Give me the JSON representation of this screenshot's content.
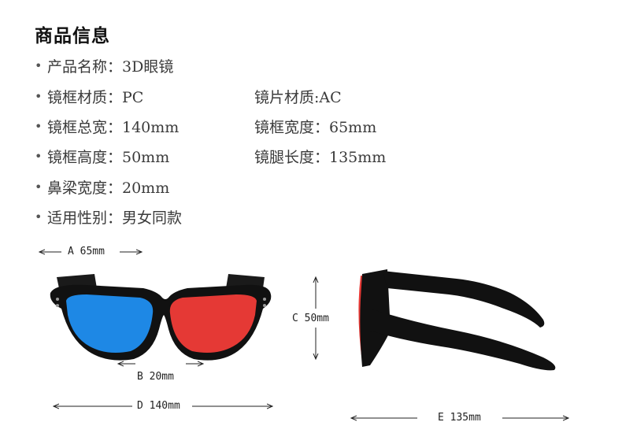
{
  "header": {
    "title": "商品信息"
  },
  "specs": {
    "product_name": "产品名称：3D眼镜",
    "frame_material": "镜框材质：PC",
    "lens_material": "镜片材质:AC",
    "frame_total_width": "镜框总宽：140mm",
    "frame_width": "镜框宽度：65mm",
    "frame_height": "镜框高度：50mm",
    "temple_length": "镜腿长度：135mm",
    "bridge_width": "鼻梁宽度：20mm",
    "gender": "适用性别：男女同款"
  },
  "bullet_char": "•",
  "dimensions": {
    "a": "A 65mm",
    "b": "B 20mm",
    "c": "C 50mm",
    "d": "D 140mm",
    "e": "E 135mm"
  },
  "colors": {
    "lens_left": "#1e88e5",
    "lens_right": "#e53935",
    "frame": "#111111"
  }
}
